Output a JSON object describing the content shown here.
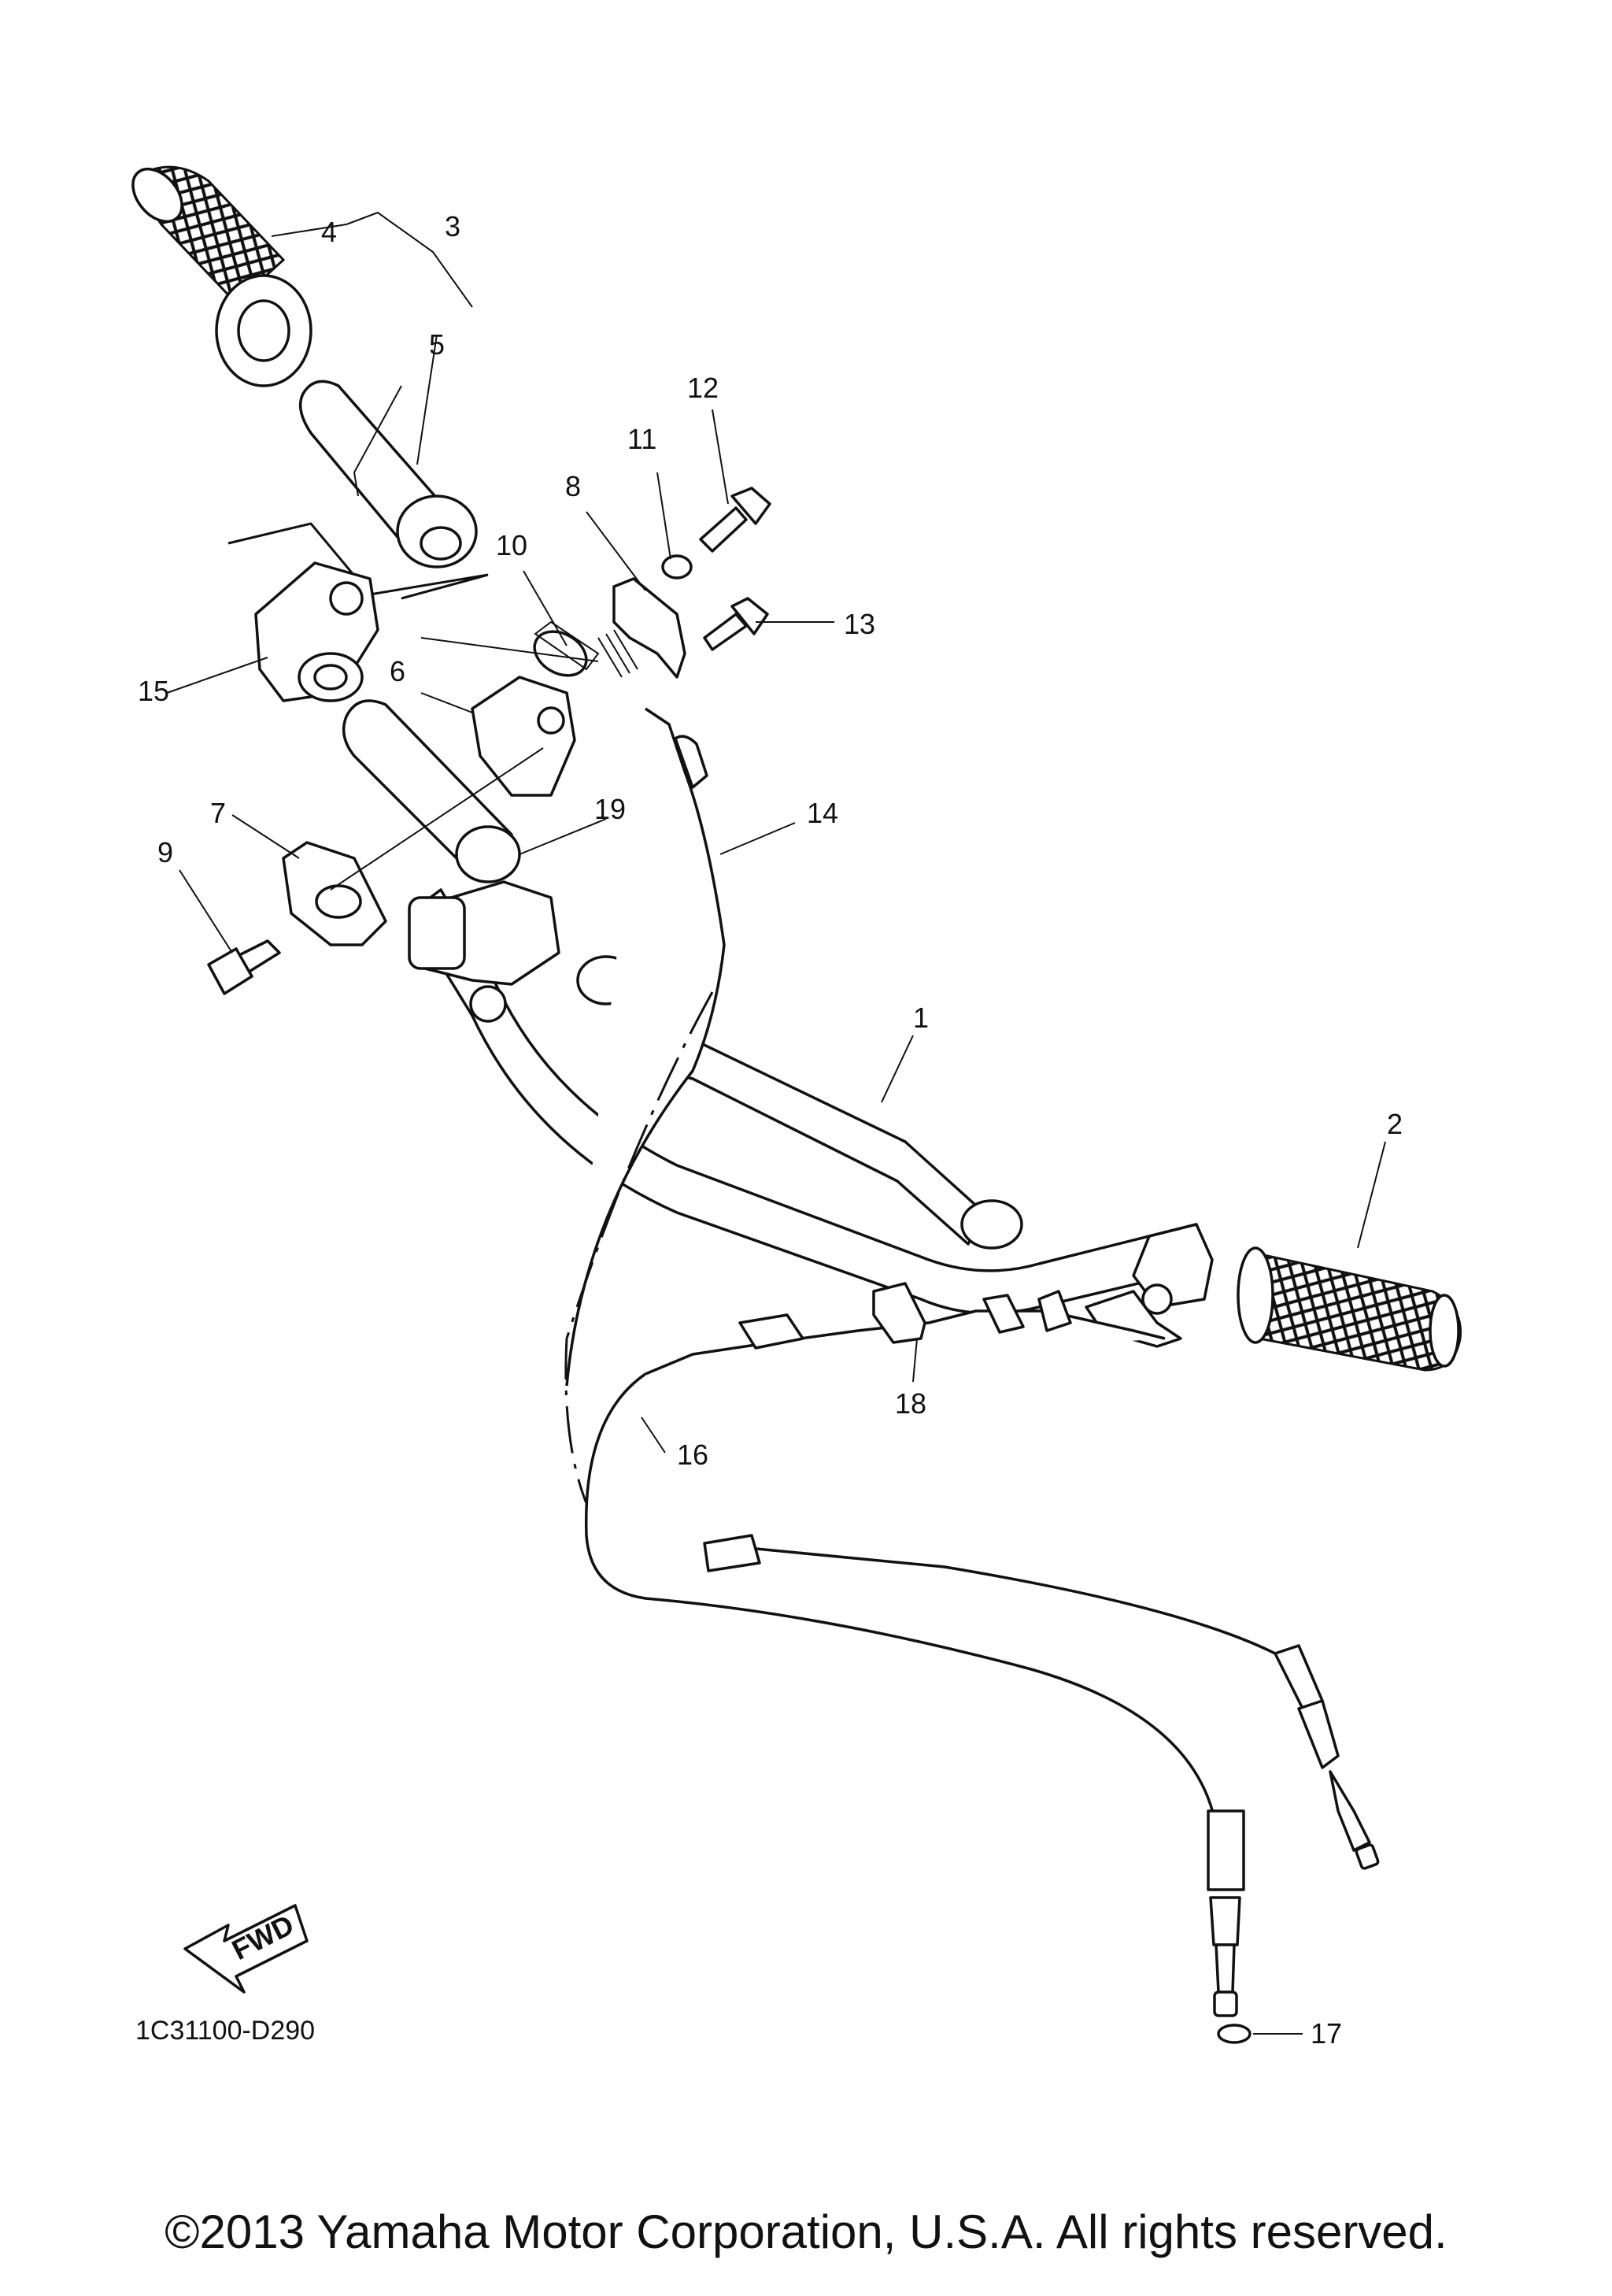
{
  "diagram": {
    "callouts": [
      "1",
      "2",
      "3",
      "4",
      "5",
      "6",
      "7",
      "8",
      "9",
      "10",
      "11",
      "12",
      "13",
      "14",
      "15",
      "16",
      "17",
      "18",
      "19"
    ],
    "catalog_code": "1C31100-D290",
    "fwd_label": "FWD"
  },
  "footer": {
    "copyright": "©2013 Yamaha Motor Corporation, U.S.A. All rights reserved."
  }
}
